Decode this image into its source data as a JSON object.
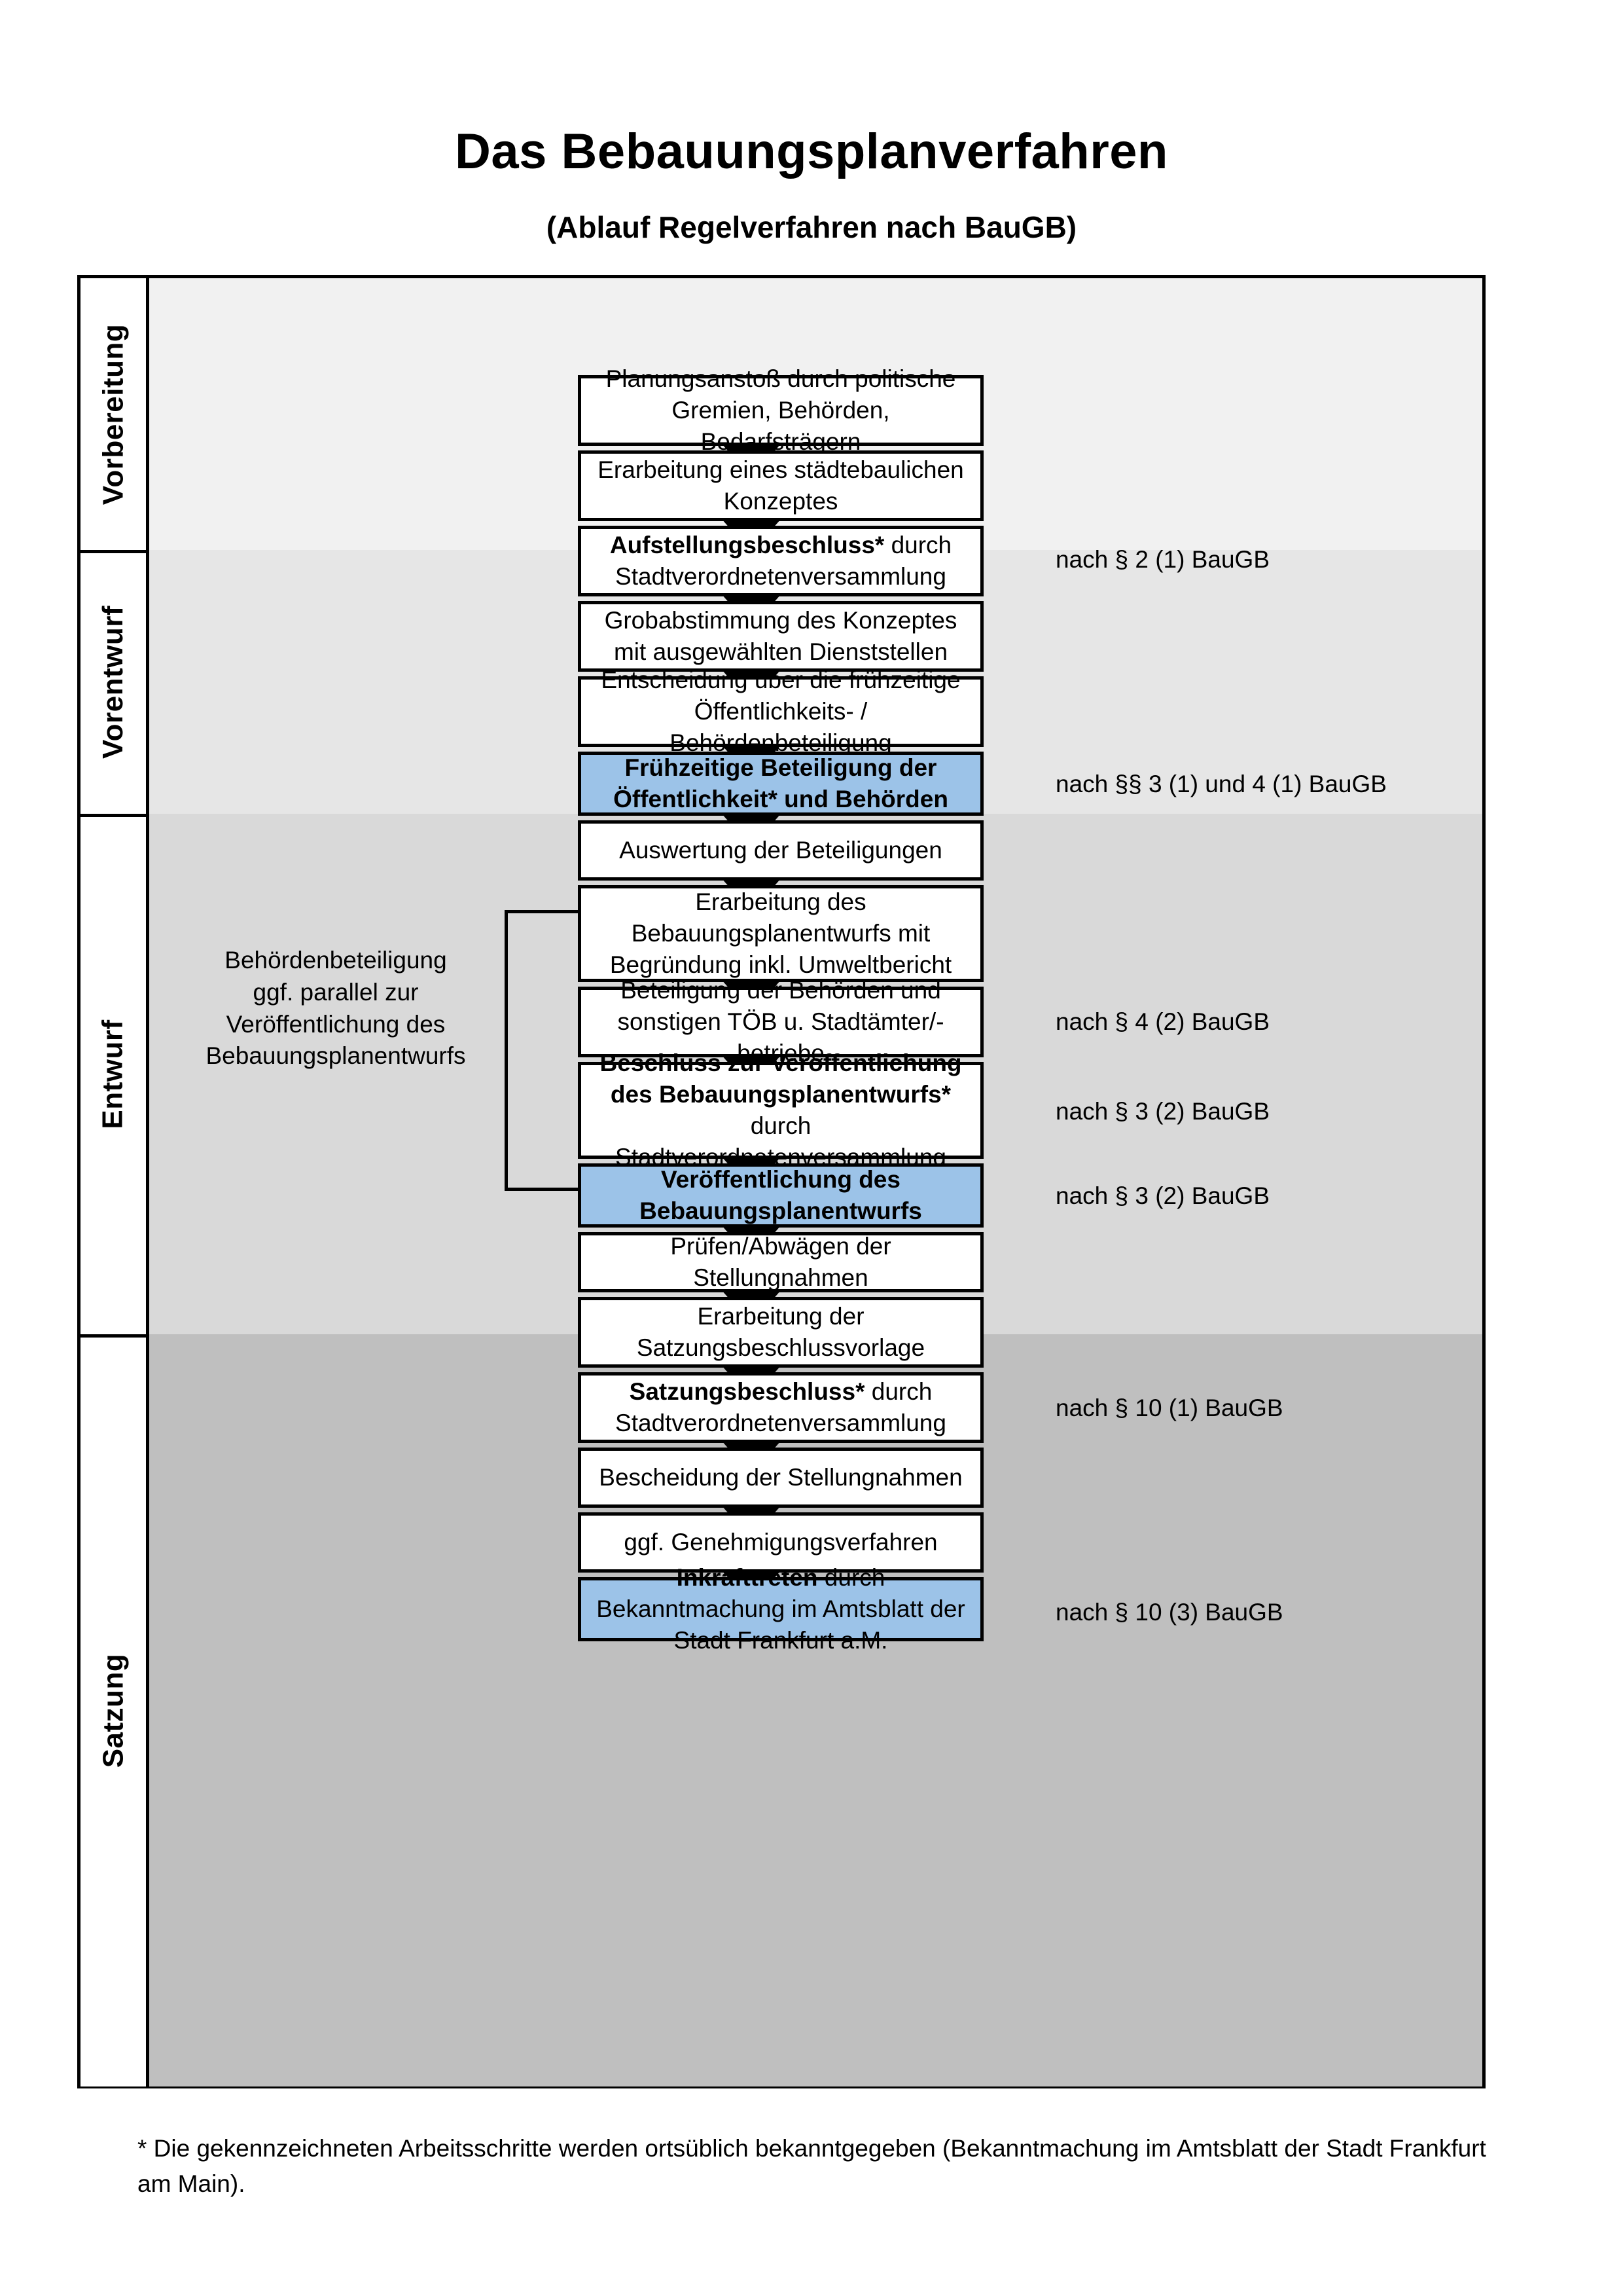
{
  "header": {
    "title": "Das Bebauungsplanverfahren",
    "subtitle": "(Ablauf Regelverfahren nach BauGB)"
  },
  "colors": {
    "highlight_blue": "#9CC3E8",
    "band_vorbereitung": "#F1F1F1",
    "band_vorentwurf": "#E6E6E6",
    "band_entwurf": "#D9D9D9",
    "band_satzung": "#BFBFBF",
    "border": "#000000"
  },
  "phases": [
    {
      "label": "Vorbereitung"
    },
    {
      "label": "Vorentwurf"
    },
    {
      "label": "Entwurf"
    },
    {
      "label": "Satzung"
    }
  ],
  "steps": [
    {
      "id": "planungsanstoss",
      "phase": "Vorbereitung",
      "highlight": false,
      "bold": "",
      "text": "Planungsanstoß durch politische Gremien, Behörden, Bedarfsträgern"
    },
    {
      "id": "staedtebauliches-konzept",
      "phase": "Vorbereitung",
      "highlight": false,
      "bold": "",
      "text": "Erarbeitung eines städtebaulichen Konzeptes"
    },
    {
      "id": "aufstellungsbeschluss",
      "phase": "Vorbereitung",
      "highlight": false,
      "bold": "Aufstellungsbeschluss*",
      "text": " durch Stadtverordnetenversammlung"
    },
    {
      "id": "grobabstimmung",
      "phase": "Vorentwurf",
      "highlight": false,
      "bold": "",
      "text": "Grobabstimmung des Konzeptes mit ausgewählten Dienststellen"
    },
    {
      "id": "entscheidung-fruehzeitige-beteiligung",
      "phase": "Vorentwurf",
      "highlight": false,
      "bold": "",
      "text": "Entscheidung über die frühzeitige Öffentlichkeits- / Behördenbeteiligung"
    },
    {
      "id": "fruehzeitige-beteiligung",
      "phase": "Vorentwurf",
      "highlight": true,
      "bold": "Frühzeitige Beteiligung der Öffentlichkeit* und Behörden",
      "text": ""
    },
    {
      "id": "auswertung-beteiligungen",
      "phase": "Entwurf",
      "highlight": false,
      "bold": "",
      "text": "Auswertung der Beteiligungen"
    },
    {
      "id": "erarbeitung-bebauungsplanentwurf",
      "phase": "Entwurf",
      "highlight": false,
      "bold": "",
      "text": "Erarbeitung des Bebauungsplanentwurfs mit Begründung inkl. Umweltbericht"
    },
    {
      "id": "beteiligung-behoerden-toeb",
      "phase": "Entwurf",
      "highlight": false,
      "bold": "",
      "text": "Beteiligung der Behörden und sonstigen TÖB u. Stadtämter/-betriebe"
    },
    {
      "id": "beschluss-veroeffentlichung",
      "phase": "Entwurf",
      "highlight": false,
      "bold": "Beschluss zur Veröffentlichung des Bebauungsplanentwurfs*",
      "text": " durch Stadtverordnetenversammlung"
    },
    {
      "id": "veroeffentlichung-entwurf",
      "phase": "Entwurf",
      "highlight": true,
      "bold": "Veröffentlichung des Bebauungsplanentwurfs",
      "text": ""
    },
    {
      "id": "pruefen-abwaegen",
      "phase": "Satzung",
      "highlight": false,
      "bold": "",
      "text": "Prüfen/Abwägen der Stellungnahmen"
    },
    {
      "id": "erarbeitung-satzungsbeschlussvorlage",
      "phase": "Satzung",
      "highlight": false,
      "bold": "",
      "text": "Erarbeitung der Satzungsbeschlussvorlage"
    },
    {
      "id": "satzungsbeschluss",
      "phase": "Satzung",
      "highlight": false,
      "bold": "Satzungsbeschluss*",
      "text": " durch Stadtverordnetenversammlung"
    },
    {
      "id": "bescheidung-stellungnahmen",
      "phase": "Satzung",
      "highlight": false,
      "bold": "",
      "text": "Bescheidung der Stellungnahmen"
    },
    {
      "id": "genehmigungsverfahren",
      "phase": "Satzung",
      "highlight": false,
      "bold": "",
      "text": "ggf. Genehmigungsverfahren"
    },
    {
      "id": "inkrafttreten",
      "phase": "Satzung",
      "highlight": true,
      "bold": "Inkrafttreten",
      "text": " durch Bekanntmachung im Amtsblatt der Stadt Frankfurt a.M."
    }
  ],
  "legal_refs": [
    {
      "id": "ref-aufstellungsbeschluss",
      "text": "nach § 2 (1) BauGB"
    },
    {
      "id": "ref-fruehzeitige-beteiligung",
      "text": "nach §§ 3 (1) und 4 (1) BauGB"
    },
    {
      "id": "ref-beteiligung-behoerden",
      "text": "nach § 4 (2) BauGB"
    },
    {
      "id": "ref-beschluss-veroeffentlichung",
      "text": "nach § 3 (2) BauGB"
    },
    {
      "id": "ref-veroeffentlichung-entwurf",
      "text": "nach § 3 (2) BauGB"
    },
    {
      "id": "ref-satzungsbeschluss",
      "text": "nach § 10 (1) BauGB"
    },
    {
      "id": "ref-inkrafttreten",
      "text": "nach § 10 (3) BauGB"
    }
  ],
  "side_note": "Behördenbeteiligung\nggf. parallel zur\nVeröffentlichung des\nBebauungsplanentwurfs",
  "footnote": "* Die gekennzeichneten Arbeitsschritte werden ortsüblich bekanntgegeben (Bekanntmachung im Amtsblatt  der Stadt Frankfurt am Main)."
}
